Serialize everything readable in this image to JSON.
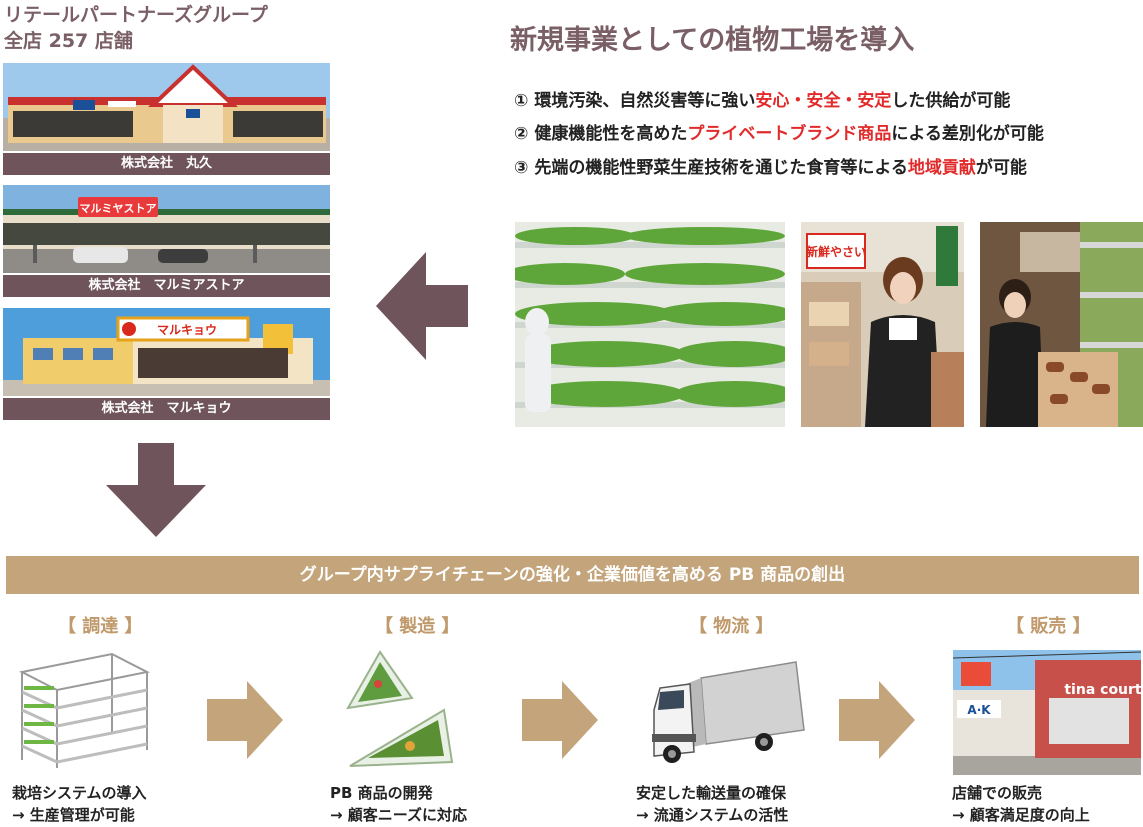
{
  "group": {
    "name": "リテールパートナーズグループ",
    "store_count": "全店 257 店舗"
  },
  "stores": [
    {
      "caption": "株式会社　丸久"
    },
    {
      "caption": "株式会社　マルミアストア"
    },
    {
      "caption": "株式会社　マルキョウ"
    }
  ],
  "store_signs": {
    "marumia": "マルミヤストア",
    "marukyo": "マルキョウ"
  },
  "headline": "新規事業としての植物工場を導入",
  "points": [
    {
      "num": "①",
      "pre": "環境汚染、自然災害等に強い",
      "red": "安心・安全・安定",
      "post": "した供給が可能"
    },
    {
      "num": "②",
      "pre": "健康機能性を高めた",
      "red": "プライベートブランド商品",
      "post": "による差別化が可能"
    },
    {
      "num": "③",
      "pre": "先端の機能性野菜生産技術を通じた食育等による",
      "red": "地域貢献",
      "post": "が可能"
    }
  ],
  "shop_sign": "新鮮やさい",
  "band": "グループ内サプライチェーンの強化・企業価値を高める PB 商品の創出",
  "stages": [
    {
      "label": "【 調達 】",
      "line1": "栽培システムの導入",
      "line2": "→ 生産管理が可能"
    },
    {
      "label": "【 製造 】",
      "line1": "PB 商品の開発",
      "line2": "→ 顧客ニーズに対応"
    },
    {
      "label": "【 物流 】",
      "line1": "安定した輸送量の確保",
      "line2": "→ 流通システムの活性"
    },
    {
      "label": "【 販売 】",
      "line1": "店舗での販売",
      "line2": "→ 顧客満足度の向上"
    }
  ],
  "mall_sign": "tina court",
  "colors": {
    "mauve": "#6f545c",
    "title": "#7a6066",
    "tan": "#c3a47b",
    "red": "#e12b2b"
  }
}
